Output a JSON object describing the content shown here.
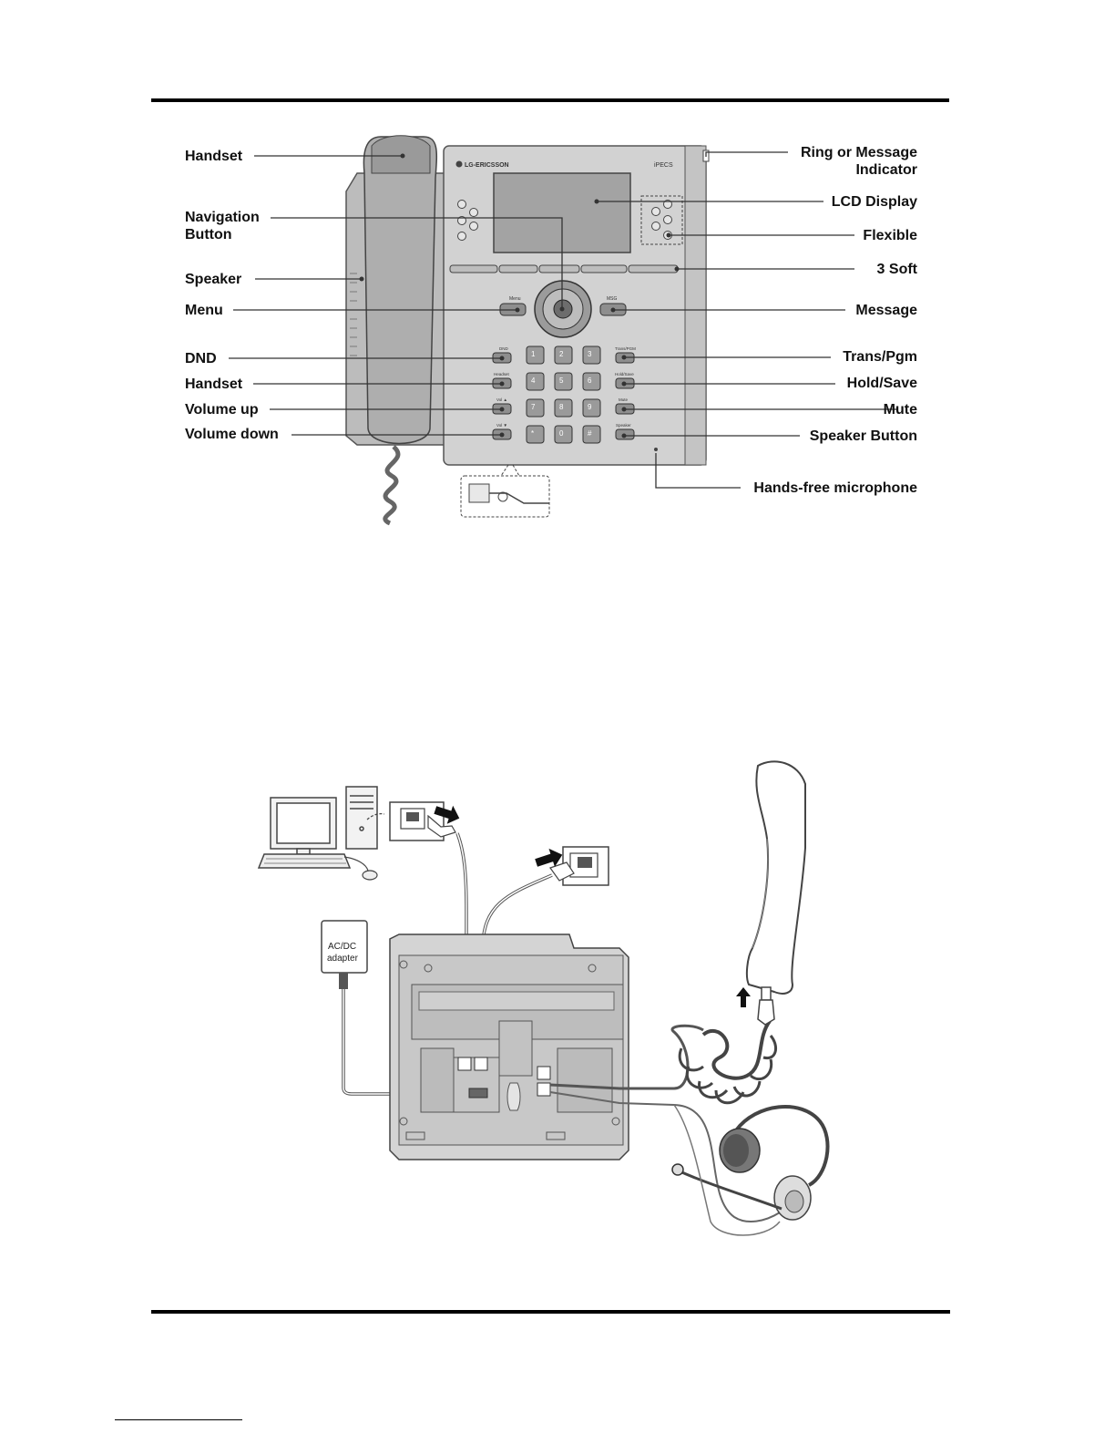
{
  "phone_diagram": {
    "brand": "LG-ERICSSON",
    "model": "iPECS",
    "left_labels": [
      {
        "key": "handset",
        "text": "Handset"
      },
      {
        "key": "navigation",
        "line1": "Navigation",
        "line2": "Button"
      },
      {
        "key": "speaker",
        "text": "Speaker"
      },
      {
        "key": "menu",
        "text": "Menu"
      },
      {
        "key": "dnd",
        "text": "DND"
      },
      {
        "key": "handset2",
        "text": "Handset"
      },
      {
        "key": "volup",
        "text": "Volume up"
      },
      {
        "key": "voldown",
        "text": "Volume down"
      }
    ],
    "right_labels": [
      {
        "key": "ring",
        "line1": "Ring or Message",
        "line2": "Indicator"
      },
      {
        "key": "lcd",
        "text": "LCD Display"
      },
      {
        "key": "flexible",
        "text": "Flexible"
      },
      {
        "key": "soft",
        "text": "3 Soft"
      },
      {
        "key": "message",
        "text": "Message"
      },
      {
        "key": "trans",
        "text": "Trans/Pgm"
      },
      {
        "key": "hold",
        "text": "Hold/Save"
      },
      {
        "key": "mute",
        "text": "Mute"
      },
      {
        "key": "speakerbtn",
        "text": "Speaker Button"
      },
      {
        "key": "handsfree",
        "text": "Hands-free microphone"
      }
    ],
    "key_caps": {
      "menu": "Menu",
      "msg": "MSG",
      "dnd": "DND",
      "headset": "Headset",
      "volup": "Vol ▲",
      "voldown": "Vol ▼",
      "trans": "Trans/PGM",
      "hold": "Hold/Save",
      "mute": "Mute",
      "speaker": "Speaker"
    },
    "keypad": [
      "1",
      "2",
      "3",
      "4",
      "5",
      "6",
      "7",
      "8",
      "9",
      "*",
      "0",
      "#"
    ]
  },
  "connection_diagram": {
    "adapter_line1": "AC/DC",
    "adapter_line2": "adapter"
  },
  "colors": {
    "phone_body": "#c9c9c9",
    "phone_dark": "#8a8a8a",
    "lcd": "#9a9a9a",
    "line": "#333333"
  }
}
